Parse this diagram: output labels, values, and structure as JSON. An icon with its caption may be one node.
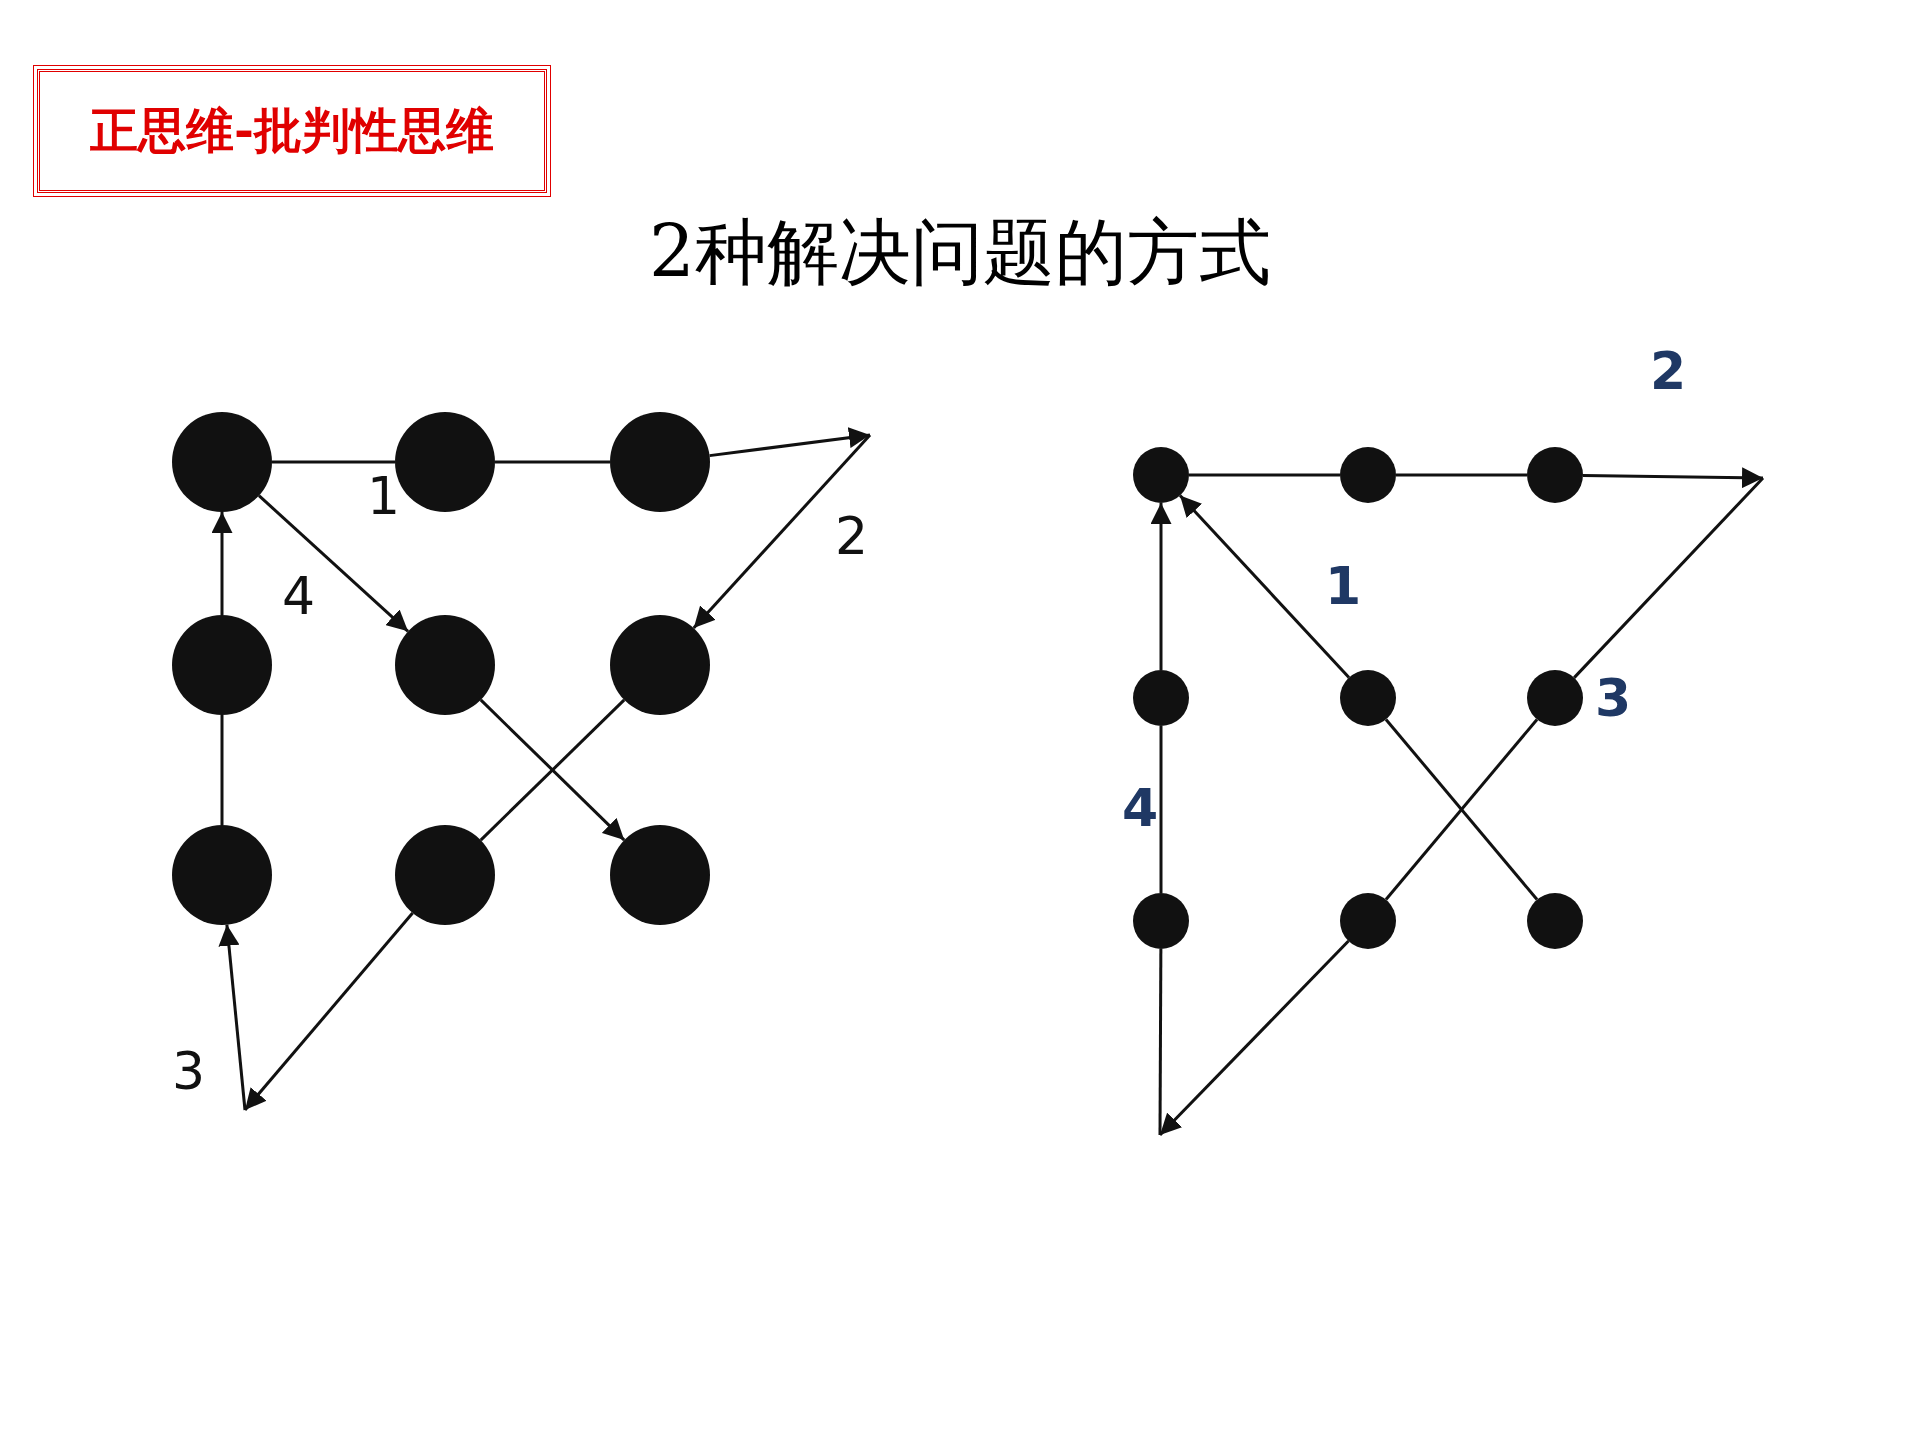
{
  "diagram": {
    "title": "2种解决问题的方式",
    "nodes": [
      {
        "text": [
          "正思维-批判性思维"
        ]
      },
      {
        "text": [],
        "shape": "circle"
      },
      {
        "text": [],
        "shape": "circle"
      },
      {
        "text": [],
        "shape": "circle"
      },
      {
        "text": [],
        "shape": "circle"
      },
      {
        "text": [],
        "shape": "circle"
      },
      {
        "text": [],
        "shape": "circle"
      },
      {
        "text": [],
        "shape": "circle"
      },
      {
        "text": [],
        "shape": "circle"
      },
      {
        "text": [],
        "shape": "circle"
      },
      {
        "text": [],
        "shape": "circle"
      },
      {
        "text": [],
        "shape": "circle"
      },
      {
        "text": [],
        "shape": "circle"
      },
      {
        "text": [],
        "shape": "circle"
      },
      {
        "text": [],
        "shape": "circle"
      },
      {
        "text": [],
        "shape": "circle"
      },
      {
        "text": [],
        "shape": "circle"
      },
      {
        "text": [],
        "shape": "circle"
      },
      {
        "text": [],
        "shape": "circle"
      }
    ],
    "edges": [
      {
        "from": 1,
        "to": 2,
        "arrow": "none"
      },
      {
        "from": 2,
        "to": 3,
        "arrow": "none"
      },
      {
        "from": 3,
        "to": null,
        "arrow": "to"
      },
      {
        "from": null,
        "to": 6,
        "arrow": "to"
      },
      {
        "from": 6,
        "to": 8,
        "arrow": "none"
      },
      {
        "from": 8,
        "to": null,
        "arrow": "to"
      },
      {
        "from": null,
        "to": 7,
        "arrow": "to"
      },
      {
        "from": 7,
        "to": 4,
        "arrow": "none"
      },
      {
        "from": 4,
        "to": 1,
        "arrow": "to"
      },
      {
        "from": 1,
        "to": 5,
        "arrow": "to"
      },
      {
        "from": 5,
        "to": 9,
        "arrow": "to"
      },
      {
        "from": 18,
        "to": 14,
        "arrow": "none"
      },
      {
        "from": 14,
        "to": 10,
        "arrow": "to"
      },
      {
        "from": 10,
        "to": 11,
        "arrow": "none"
      },
      {
        "from": 11,
        "to": 12,
        "arrow": "none"
      },
      {
        "from": 12,
        "to": null,
        "arrow": "to"
      },
      {
        "from": null,
        "to": 15,
        "arrow": "none"
      },
      {
        "from": 15,
        "to": 17,
        "arrow": "none"
      },
      {
        "from": 17,
        "to": null,
        "arrow": "to"
      },
      {
        "from": null,
        "to": 16,
        "arrow": "none"
      },
      {
        "from": 16,
        "to": 13,
        "arrow": "none"
      },
      {
        "from": 13,
        "to": 10,
        "arrow": "to"
      }
    ],
    "labels": [
      "1",
      "2",
      "3",
      "4",
      "2",
      "1",
      "3",
      "4"
    ]
  }
}
